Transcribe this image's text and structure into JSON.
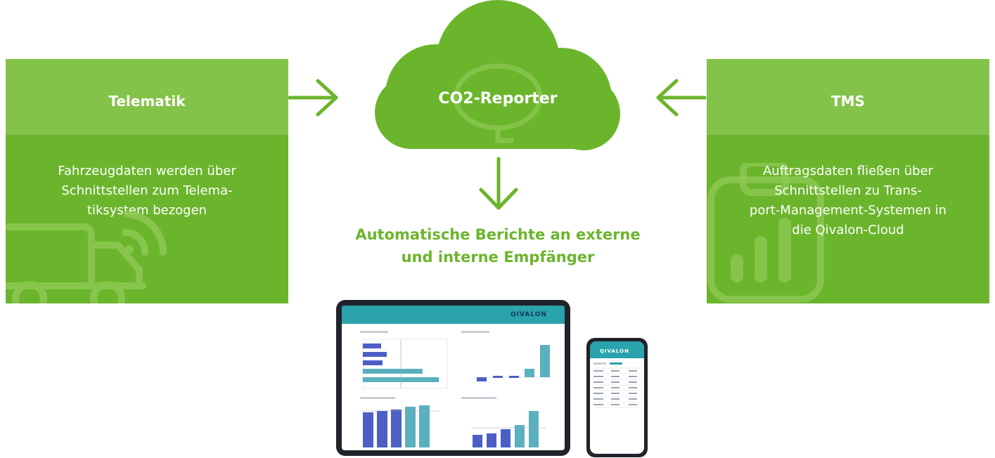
{
  "left_box": {
    "title": "Telematik",
    "text_lines": [
      "Fahrzeugdaten werden über",
      "Schnittstellen zum Telema-",
      "tiksystem bezogen"
    ],
    "icon": "truck-wifi-icon"
  },
  "right_box": {
    "title": "TMS",
    "text_lines": [
      "Auftragsdaten fließen über",
      "Schnittstellen zu Trans-",
      "port-Management-Systemen in",
      "die Qivalon-Cloud"
    ],
    "icon": "bar-chart-icon"
  },
  "center": {
    "title": "CO2-Reporter",
    "output_lines": [
      "Automatische Berichte an externe",
      "und interne Empfänger"
    ]
  },
  "devices": {
    "tablet_brand": "QIVALON",
    "phone_brand": "QIVALON"
  },
  "colors": {
    "green": "#6bb52c",
    "green_light": "#84c34a",
    "brand_blue": "#16355d",
    "teal": "#2aa3ac",
    "bar_blue": "#4b5fc4",
    "bar_teal": "#5bb0bf"
  }
}
